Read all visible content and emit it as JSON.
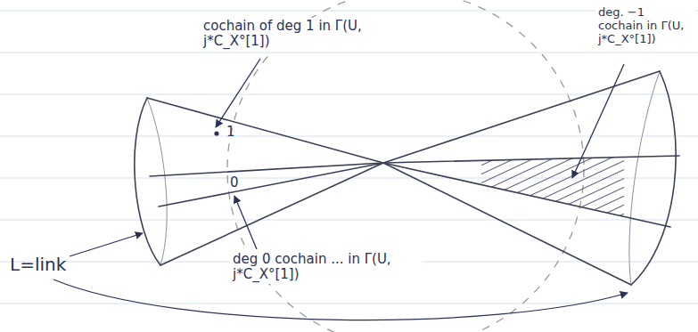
{
  "diagram": {
    "labels": [
      "cochain of deg 1 in Γ(U, j*C_X°[1])",
      "1",
      "deg. −1 cochain in Γ(U, j*C_X°[1])",
      "0",
      "deg 0 cochain ... in Γ(U, j*C_X°[1])",
      "L=link"
    ]
  }
}
